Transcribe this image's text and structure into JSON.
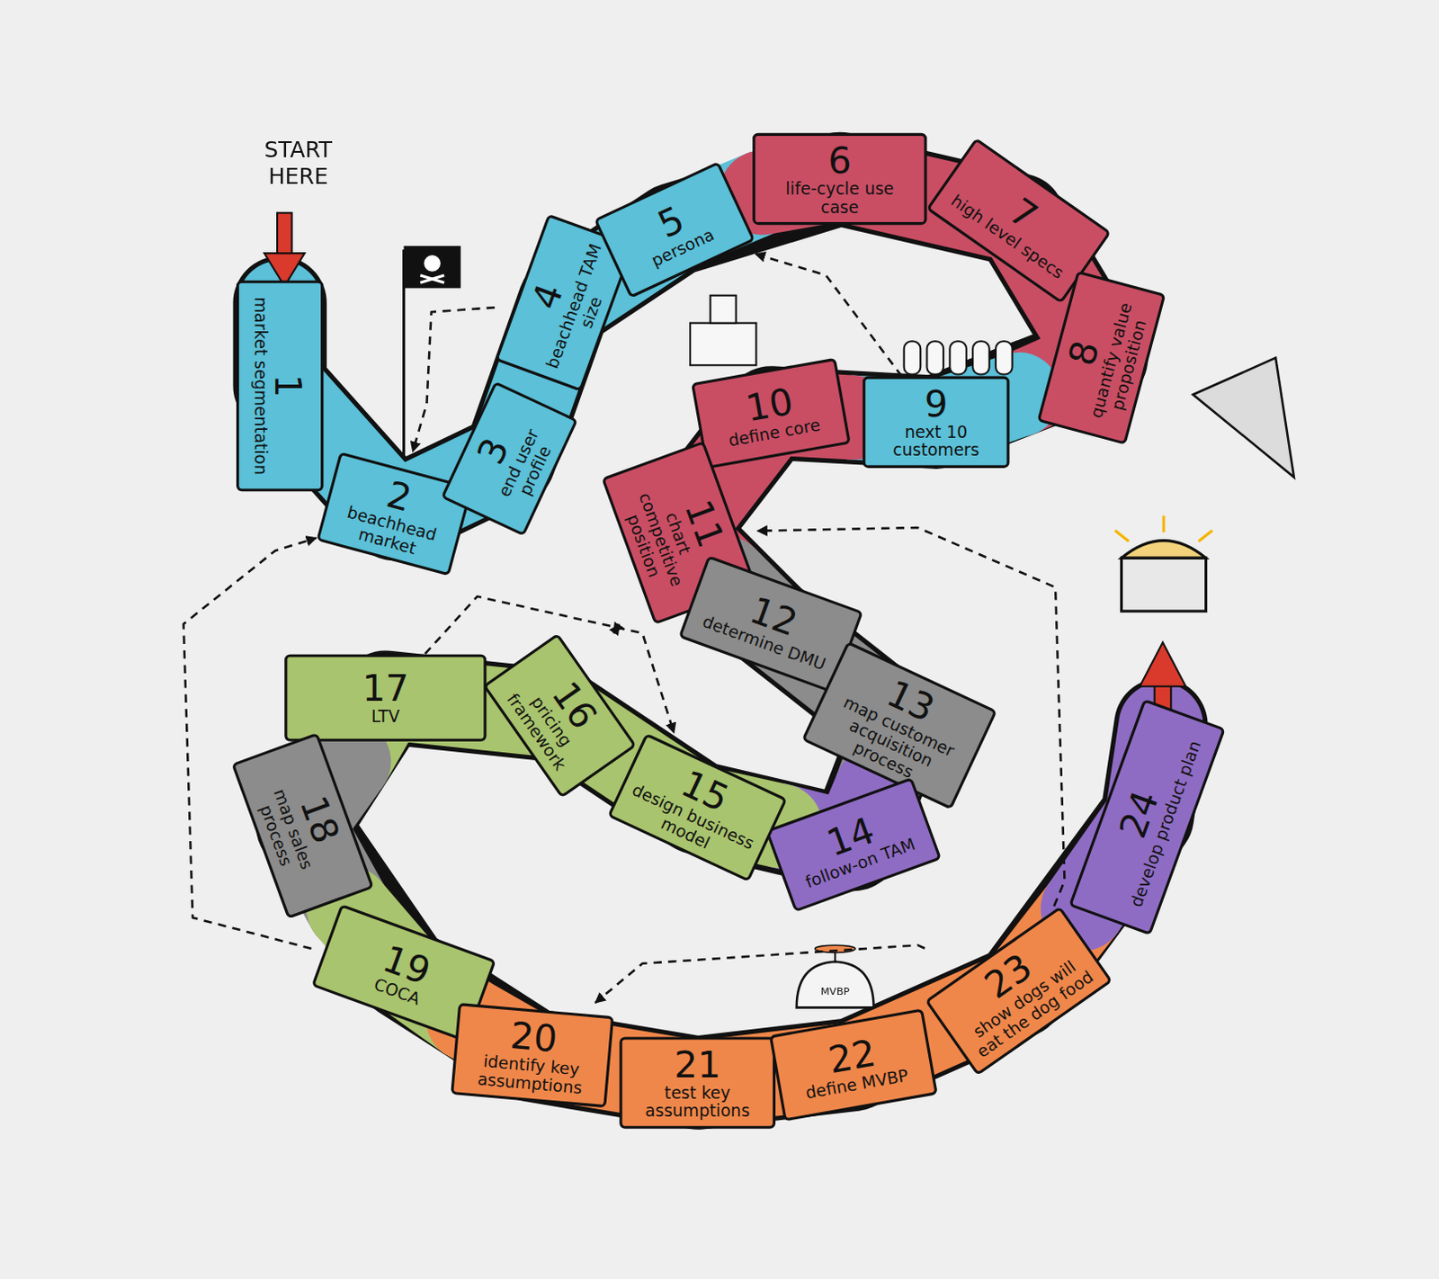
{
  "diagram": {
    "nodes": [
      {
        "text": [
          "1",
          "market segmentation"
        ]
      },
      {
        "text": [
          "2",
          "beachhead market"
        ]
      },
      {
        "text": [
          "3",
          "end user profile"
        ]
      },
      {
        "text": [
          "4",
          "beachhead TAM size"
        ]
      },
      {
        "text": [
          "5",
          "persona"
        ]
      },
      {
        "text": [
          "6",
          "life-cycle use case"
        ]
      },
      {
        "text": [
          "7",
          "high level specs"
        ]
      },
      {
        "text": [
          "8",
          "quantify value proposition"
        ]
      },
      {
        "text": [
          "9",
          "next 10 customers"
        ]
      },
      {
        "text": [
          "10",
          "define core"
        ]
      },
      {
        "text": [
          "11",
          "chart competitive position"
        ]
      },
      {
        "text": [
          "12",
          "determine DMU"
        ]
      },
      {
        "text": [
          "13",
          "map customer acquisition process"
        ]
      },
      {
        "text": [
          "14",
          "follow-on TAM"
        ]
      },
      {
        "text": [
          "15",
          "design business model"
        ]
      },
      {
        "text": [
          "16",
          "pricing framework"
        ]
      },
      {
        "text": [
          "17",
          "LTV"
        ]
      },
      {
        "text": [
          "18",
          "map sales process"
        ]
      },
      {
        "text": [
          "19",
          "COCA"
        ]
      },
      {
        "text": [
          "20",
          "identify key assumptions"
        ]
      },
      {
        "text": [
          "21",
          "test key assumptions"
        ]
      },
      {
        "text": [
          "22",
          "define MVBP"
        ]
      },
      {
        "text": [
          "23",
          "show dogs will eat the dog food"
        ]
      },
      {
        "text": [
          "24",
          "develop product plan"
        ]
      }
    ],
    "edges": [
      {
        "from": 3,
        "to": 1,
        "arrow": "to"
      },
      {
        "from": 8,
        "to": 4,
        "arrow": "to"
      },
      {
        "from": 22,
        "to": 10,
        "arrow": "to"
      },
      {
        "from": 16,
        "to": 14,
        "arrow": "to"
      },
      {
        "from": 15,
        "to": 10,
        "arrow": "both"
      },
      {
        "from": 18,
        "to": 1,
        "arrow": "to"
      },
      {
        "from": 22,
        "to": 19,
        "arrow": "to"
      }
    ],
    "labels": [
      "START HERE",
      "MVBP"
    ]
  }
}
